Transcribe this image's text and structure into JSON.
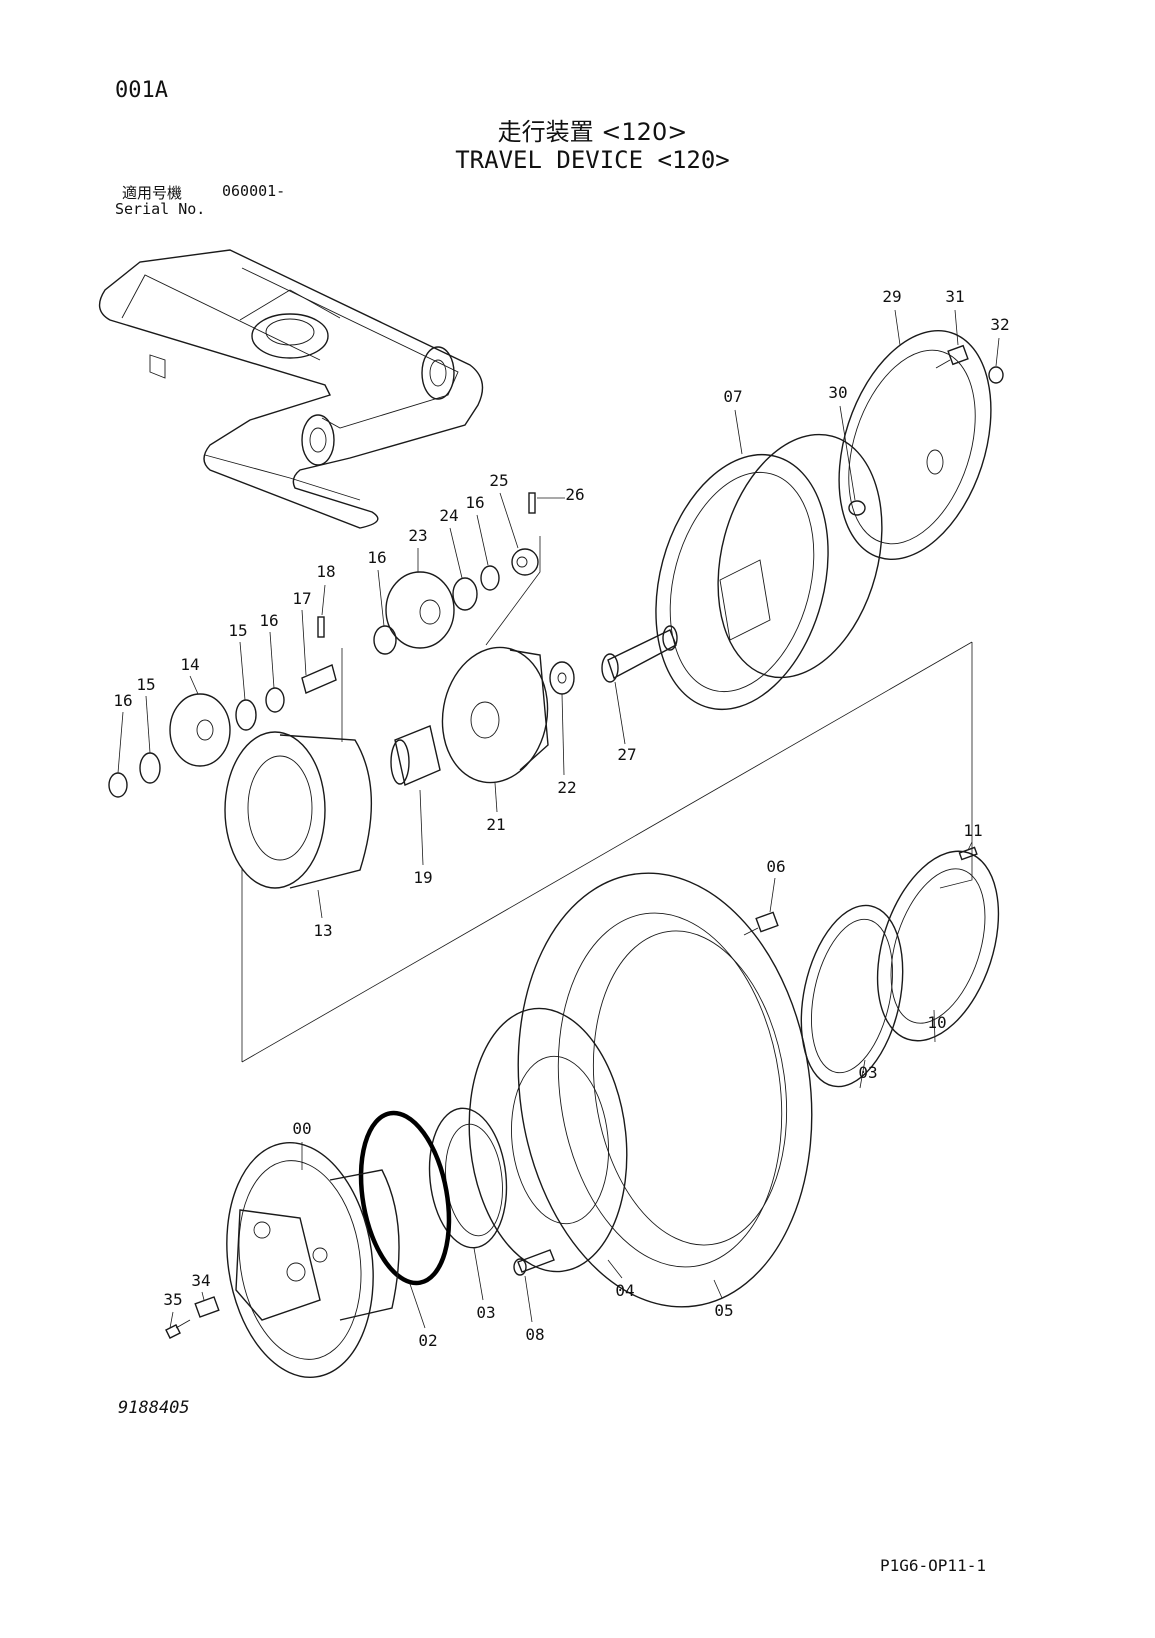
{
  "header": {
    "page_code": "001A",
    "title_jp": "走行装置 <120>",
    "title_en": "TRAVEL DEVICE <120>",
    "serial_label_jp": "適用号機",
    "serial_value": "060001-",
    "serial_label_en": "Serial No."
  },
  "footer": {
    "drawing_number": "9188405",
    "page_ref": "P1G6-OP11-1"
  },
  "callouts": {
    "c29": "29",
    "c31": "31",
    "c32": "32",
    "c07": "07",
    "c30": "30",
    "c25": "25",
    "c26": "26",
    "c16a": "16",
    "c24": "24",
    "c23": "23",
    "c16b": "16",
    "c18": "18",
    "c17": "17",
    "c16c": "16",
    "c15a": "15",
    "c14": "14",
    "c15b": "15",
    "c16d": "16",
    "c22": "22",
    "c27": "27",
    "c21": "21",
    "c19": "19",
    "c13": "13",
    "c11": "11",
    "c06": "06",
    "c10": "10",
    "c03a": "03",
    "c00": "00",
    "c35": "35",
    "c34": "34",
    "c02": "02",
    "c03b": "03",
    "c08": "08",
    "c04": "04",
    "c05": "05"
  }
}
